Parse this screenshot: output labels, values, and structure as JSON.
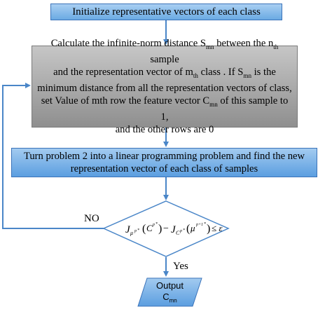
{
  "steps": {
    "init": "Initialize representative vectors  of each class",
    "calc": {
      "l1_a": "Calculate the infinite-norm distance S",
      "l1_sub1": "mn",
      "l1_b": " between the n",
      "l1_sub2": "th",
      "l1_c": " sample",
      "l2_a": "and the representation vector of m",
      "l2_sub": "th",
      "l2_b": " class . If S",
      "l2_sub2": "mn",
      "l2_c": "  is the",
      "l3": "minimum distance from all the representation vectors of class,",
      "l4_a": "set Value of mth row the feature vector C",
      "l4_sub": "mn",
      "l4_b": " of this sample to 1,",
      "l5": "and the other rows are 0"
    },
    "turn": {
      "line1": "Turn problem 2 into a linear programming problem and find the new",
      "line2": "representation vector of each class of samples"
    },
    "decision": {
      "j1": "J",
      "mu": "μ",
      "p": "p",
      "star": "*",
      "c": "C",
      "minus": "−",
      "j2": "J",
      "pplus": "p+1",
      "leq": "≤ ε"
    },
    "output": {
      "line1": "Output",
      "line2": "C",
      "line2_sub": "mn"
    }
  },
  "labels": {
    "no": "NO",
    "yes": "Yes"
  },
  "colors": {
    "blue_box_top": "#a9cff2",
    "blue_box_bottom": "#5b9ee0",
    "gray_box_top": "#c6c6c6",
    "gray_box_bottom": "#8f8f8f",
    "connector": "#4a86c8"
  }
}
